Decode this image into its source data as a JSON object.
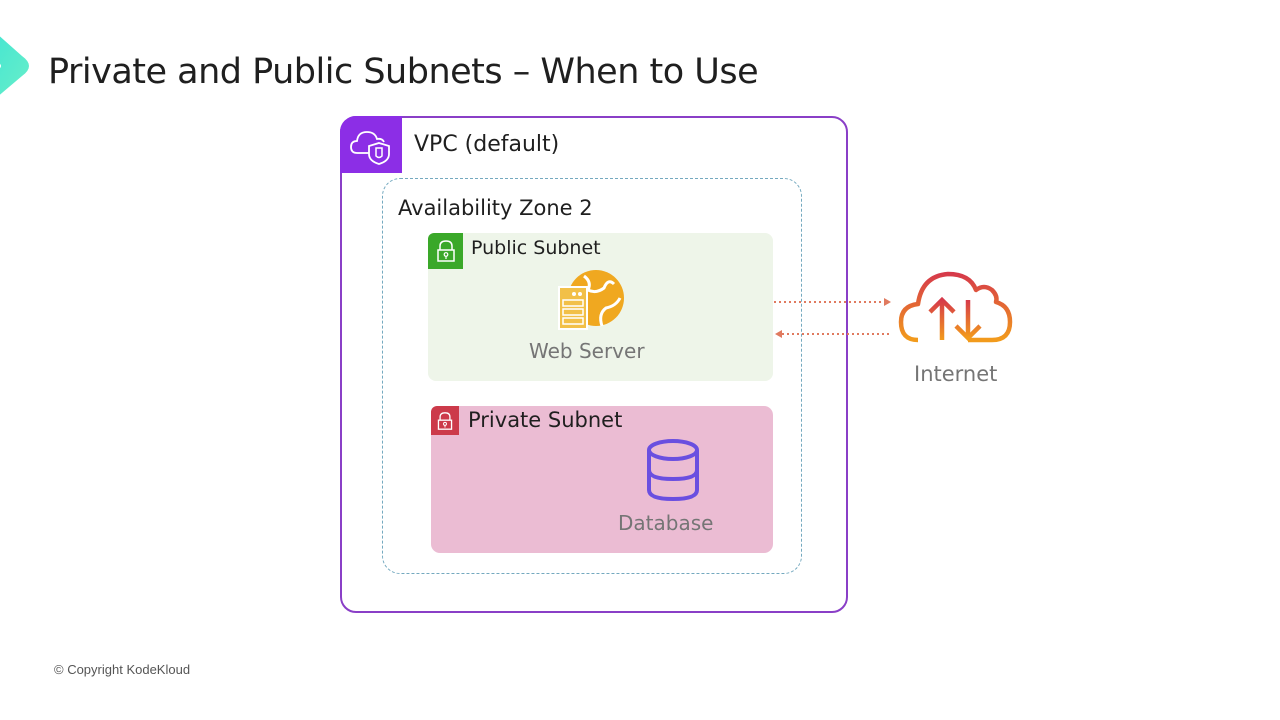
{
  "slide": {
    "title": "Private and Public Subnets – When to Use",
    "copyright": "© Copyright KodeKloud"
  },
  "diagram": {
    "vpc": {
      "label": "VPC (default)",
      "icon": "vpc-cloud-shield-icon",
      "color": "#8c2ee6"
    },
    "availability_zone": {
      "label": "Availability Zone 2",
      "border_color": "#74a9bf"
    },
    "public_subnet": {
      "label": "Public Subnet",
      "icon": "lock-icon",
      "badge_color": "#3aa829",
      "background": "#eef5e9",
      "resource": {
        "label": "Web Server",
        "icon": "web-server-globe-icon",
        "color": "#f0a820"
      }
    },
    "private_subnet": {
      "label": "Private Subnet",
      "icon": "lock-icon",
      "badge_color": "#cc3a4a",
      "background": "#ebbcd3",
      "resource": {
        "label": "Database",
        "icon": "database-icon",
        "color": "#6a4fe0"
      }
    },
    "internet": {
      "label": "Internet",
      "icon": "internet-cloud-upload-download-icon"
    },
    "connections": [
      {
        "from": "Web Server",
        "to": "Internet",
        "style": "dotted",
        "color": "#e07a5f"
      },
      {
        "from": "Internet",
        "to": "Web Server",
        "style": "dotted",
        "color": "#e07a5f"
      }
    ]
  }
}
